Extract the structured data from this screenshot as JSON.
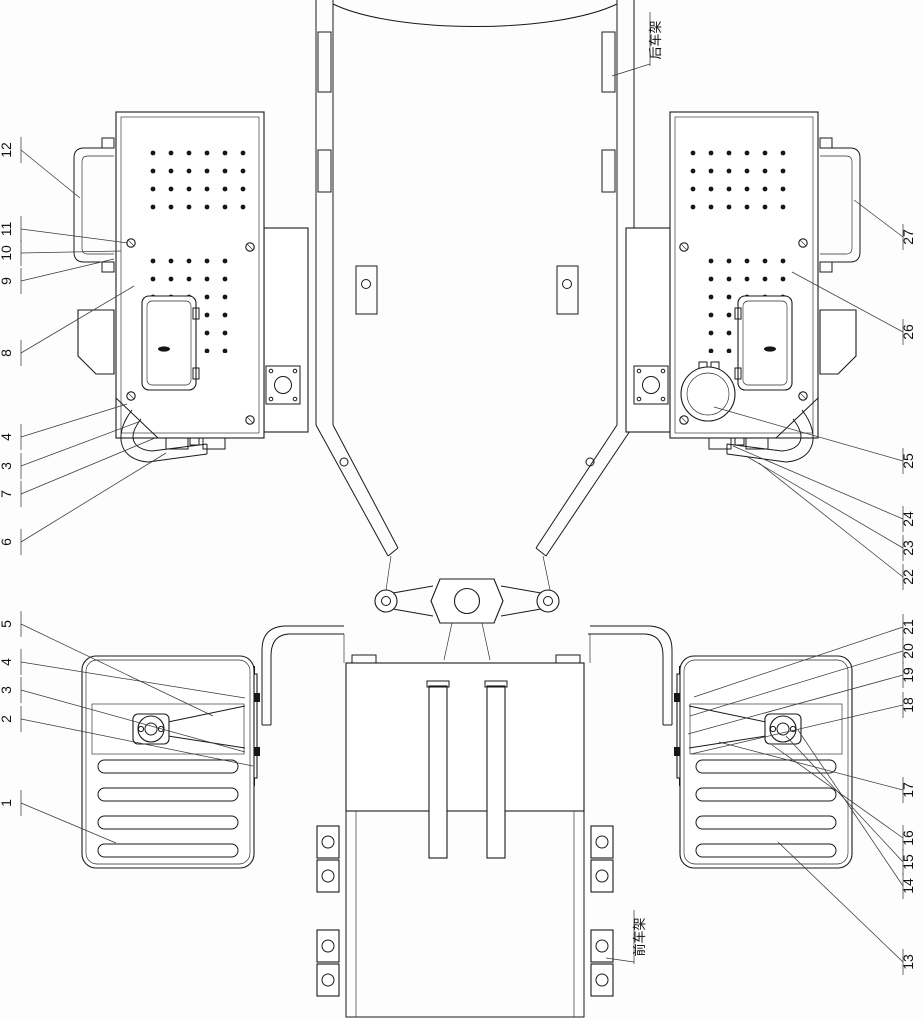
{
  "labels": {
    "rear_frame": "后车架",
    "front_frame": "前车架"
  },
  "callouts_left": [
    "12",
    "11",
    "10",
    "9",
    "8",
    "4",
    "3",
    "7",
    "6",
    "5",
    "4",
    "3",
    "2",
    "1"
  ],
  "callouts_right": [
    "27",
    "26",
    "25",
    "24",
    "23",
    "22",
    "21",
    "20",
    "19",
    "18",
    "17",
    "16",
    "15",
    "14",
    "13"
  ],
  "colors": {
    "line": "#1a1a1a",
    "background": "#ffffff"
  }
}
